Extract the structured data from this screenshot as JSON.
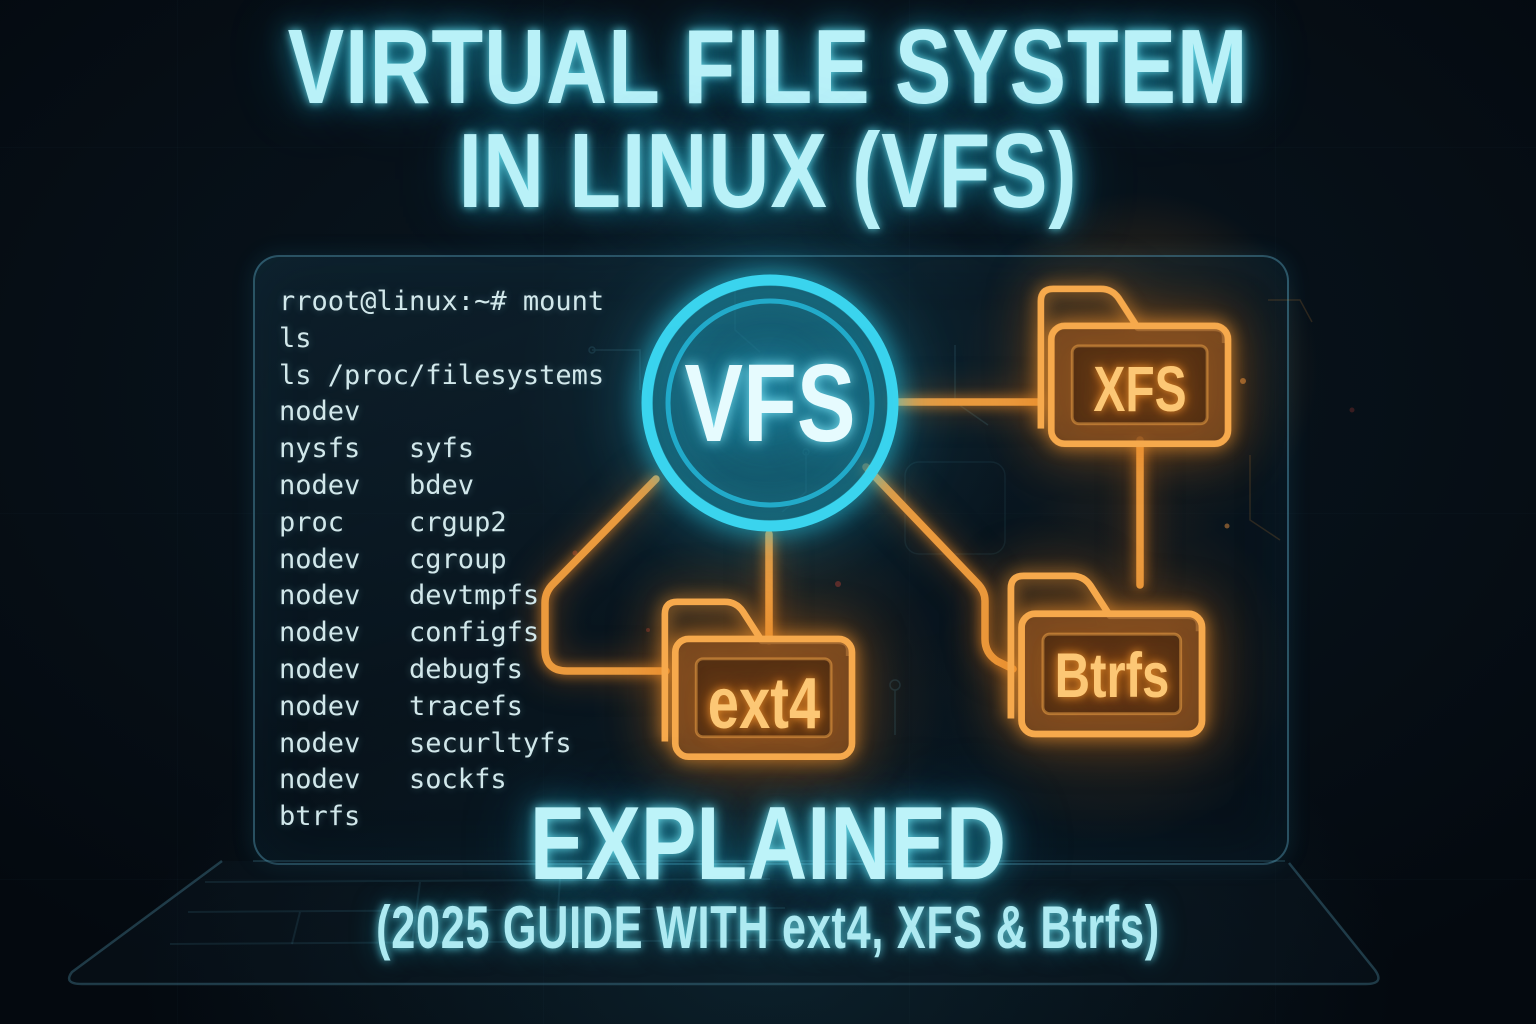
{
  "title": {
    "line1": "VIRTUAL FILE SYSTEM",
    "line2": "IN LINUX (VFS)"
  },
  "terminal": {
    "lines": [
      "rroot@linux:~# mount",
      "ls",
      "ls /proc/filesystems",
      "nodev",
      "nysfs   syfs",
      "nodev   bdev",
      "proc    crgup2",
      "nodev   cgroup",
      "nodev   devtmpfs",
      "nodev   configfs",
      "nodev   debugfs",
      "nodev   tracefs",
      "nodev   securltyfs",
      "nodev   sockfs",
      "btrfs"
    ]
  },
  "diagram": {
    "hub_label": "VFS",
    "folders": [
      {
        "label": "XFS"
      },
      {
        "label": "ext4"
      },
      {
        "label": "Btrfs"
      }
    ]
  },
  "footer": {
    "heading": "EXPLAINED",
    "subheading": "(2025 GUIDE WITH ext4, XFS & Btrfs)"
  },
  "colors": {
    "background": "#060d13",
    "accent_cyan": "#35d2ec",
    "accent_orange": "#f6a94c",
    "title_text": "#b9f1f8",
    "terminal_text": "#d2e8eb",
    "folder_label": "#fcc775"
  }
}
